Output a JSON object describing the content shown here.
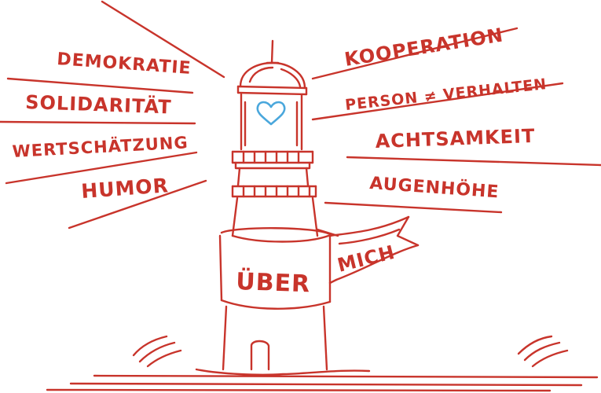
{
  "colors": {
    "ink": "#c8342b",
    "heart": "#4aa7dc",
    "background": "#ffffff"
  },
  "values_left": [
    "DEMOKRATIE",
    "SOLIDARITÄT",
    "WERTSCHÄTZUNG",
    "HUMOR"
  ],
  "values_right": [
    "KOOPERATION",
    "PERSON ≠ VERHALTEN",
    "ACHTSAMKEIT",
    "AUGENHÖHE"
  ],
  "banner": {
    "left_word": "ÜBER",
    "right_word": "MICH"
  },
  "icons": {
    "heart": "heart-icon",
    "lighthouse": "lighthouse-icon"
  }
}
